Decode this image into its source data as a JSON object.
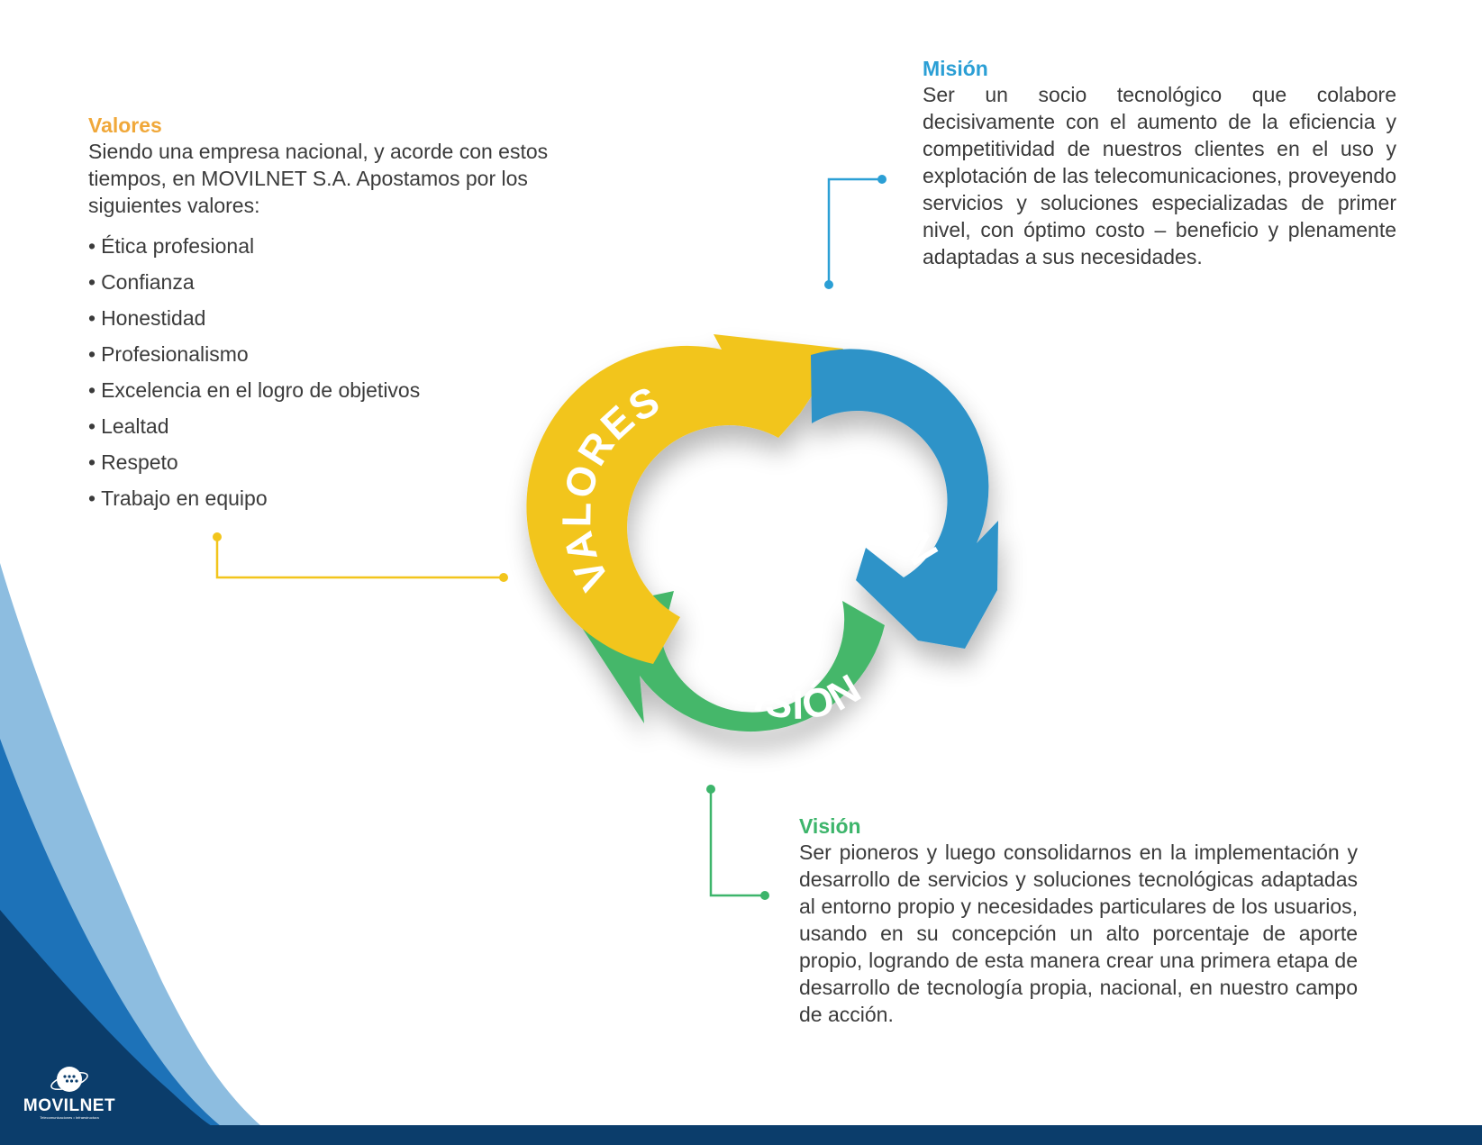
{
  "valores": {
    "heading": "Valores",
    "intro": "Siendo una empresa nacional, y acorde con estos tiempos, en MOVILNET S.A. Apostamos por los siguientes valores:",
    "items": [
      "Ética profesional",
      "Confianza",
      "Honestidad",
      "Profesionalismo",
      "Excelencia en el logro de objetivos",
      "Lealtad",
      "Respeto",
      "Trabajo en equipo"
    ]
  },
  "mision": {
    "heading": "Misión",
    "text": "Ser un socio tecnológico que colabore decisivamente con el aumento de la eficiencia y competitividad de nuestros clientes en el uso y explotación de las telecomunicaciones, proveyendo servicios y soluciones especializadas de primer nivel, con óptimo costo – beneficio y plenamente adaptadas a sus necesidades."
  },
  "vision": {
    "heading": "Visión",
    "text": "Ser pioneros y luego consolidarnos en la implementación y desarrollo de servicios y soluciones tecnológicas adaptadas al entorno propio y necesidades particulares de los usuarios, usando en su concepción un alto porcentaje de aporte propio, logrando de esta manera crear una primera etapa de desarrollo de tecnología propia, nacional, en nuestro campo de acción."
  },
  "cycle": {
    "segments": [
      {
        "label": "MISIÓN",
        "color": "#2e93c8"
      },
      {
        "label": "VISIÓN",
        "color": "#45b76a"
      },
      {
        "label": "VALORES",
        "color": "#f2c51c"
      }
    ]
  },
  "logo": {
    "name": "MOVILNET",
    "tagline": "Telecomunicaciones • Infraestructura"
  },
  "colors": {
    "mision": "#2b9fd5",
    "vision": "#3db56b",
    "valores": "#f0a83a",
    "dark_blue": "#0b3d6b",
    "mid_blue": "#1d72b8",
    "light_blue": "#8dbde0"
  }
}
